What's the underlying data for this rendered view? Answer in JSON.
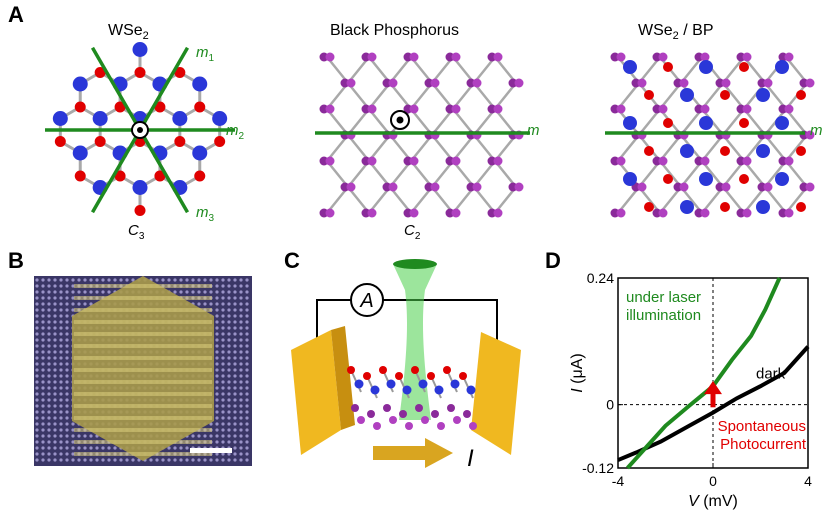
{
  "panels": {
    "a": {
      "label": "A",
      "titles": {
        "wse2": "WSe",
        "wse2_sub": "2",
        "bp": "Black Phosphorus",
        "hetero": "WSe",
        "hetero_sub": "2",
        "hetero_suffix": "/ BP"
      },
      "mirror_labels": {
        "m1": "m",
        "m1_sub": "1",
        "m2": "m",
        "m2_sub": "2",
        "m3": "m",
        "m3_sub": "3",
        "m_bp": "m",
        "m_hetero": "m"
      },
      "symmetry_labels": {
        "c3": "C",
        "c3_sub": "3",
        "c2": "C",
        "c2_sub": "2"
      }
    },
    "b": {
      "label": "B"
    },
    "c": {
      "label": "C",
      "ammeter": "A",
      "current": "I"
    },
    "d": {
      "label": "D"
    }
  },
  "colors": {
    "mirror_line": "#1f8a1f",
    "w_atom": "#2a37d8",
    "se_atom": "#e00000",
    "p_atom": "#8a2a9a",
    "bond": "#a9a9a9",
    "arrow": "#e00000",
    "dark": "#000000",
    "illum": "#1f8a1f"
  },
  "chart_data": {
    "type": "line",
    "xlabel_var": "V",
    "xlabel_unit": "(mV)",
    "ylabel_var": "I",
    "ylabel_unit": "(μA)",
    "xlim": [
      -4,
      4
    ],
    "ylim": [
      -0.12,
      0.24
    ],
    "x_ticks": [
      "-4",
      "0",
      "4"
    ],
    "y_ticks": [
      "-0.12",
      "0",
      "0.24"
    ],
    "series": [
      {
        "name": "dark",
        "color": "#000000",
        "points": [
          [
            -4.0,
            -0.105
          ],
          [
            -3.2,
            -0.09
          ],
          [
            -2.2,
            -0.07
          ],
          [
            -1.0,
            -0.04
          ],
          [
            0.0,
            -0.015
          ],
          [
            1.0,
            0.012
          ],
          [
            2.0,
            0.035
          ],
          [
            3.0,
            0.06
          ],
          [
            4.0,
            0.11
          ]
        ]
      },
      {
        "name": "under laser illumination",
        "color": "#1f8a1f",
        "points": [
          [
            -3.6,
            -0.12
          ],
          [
            -2.8,
            -0.08
          ],
          [
            -2.0,
            -0.04
          ],
          [
            -1.0,
            -0.002
          ],
          [
            0.0,
            0.035
          ],
          [
            0.8,
            0.085
          ],
          [
            1.6,
            0.13
          ],
          [
            2.2,
            0.18
          ],
          [
            2.8,
            0.24
          ]
        ]
      }
    ],
    "annotations": [
      {
        "text_line1": "under laser",
        "text_line2": "illumination",
        "color": "#1f8a1f"
      },
      {
        "text": "dark",
        "color": "#000000"
      },
      {
        "text_line1": "Spontaneous",
        "text_line2": "Photocurrent",
        "color": "#e00000"
      }
    ],
    "grid": "dashed zero lines"
  }
}
